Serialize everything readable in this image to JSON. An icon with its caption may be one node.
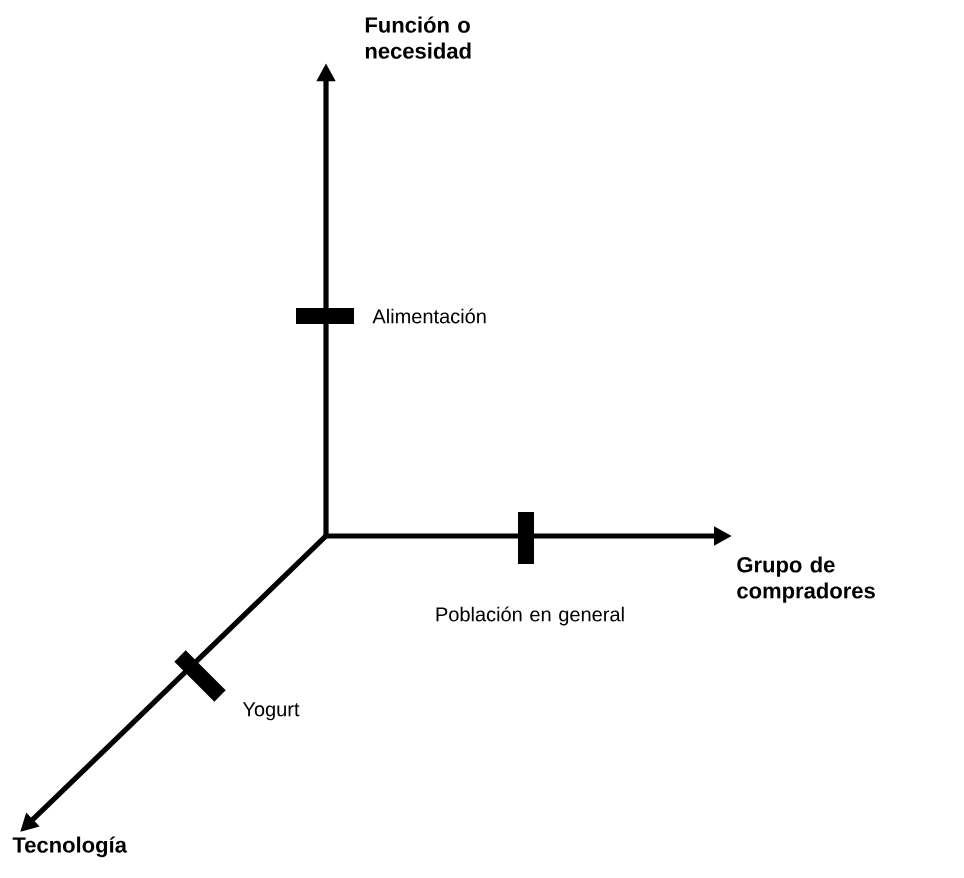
{
  "diagram": {
    "nodes": [
      {
        "text": [
          "Función o necesidad"
        ]
      },
      {
        "text": [
          "Grupo de compradores"
        ]
      },
      {
        "text": [
          "Tecnología"
        ]
      }
    ],
    "edges": [
      {
        "from": null,
        "to": 0,
        "arrow": "to"
      },
      {
        "from": null,
        "to": 1,
        "arrow": "to"
      },
      {
        "from": null,
        "to": 2,
        "arrow": "to"
      }
    ],
    "labels": [
      "Alimentación",
      "Población en general",
      "Yogurt"
    ]
  }
}
